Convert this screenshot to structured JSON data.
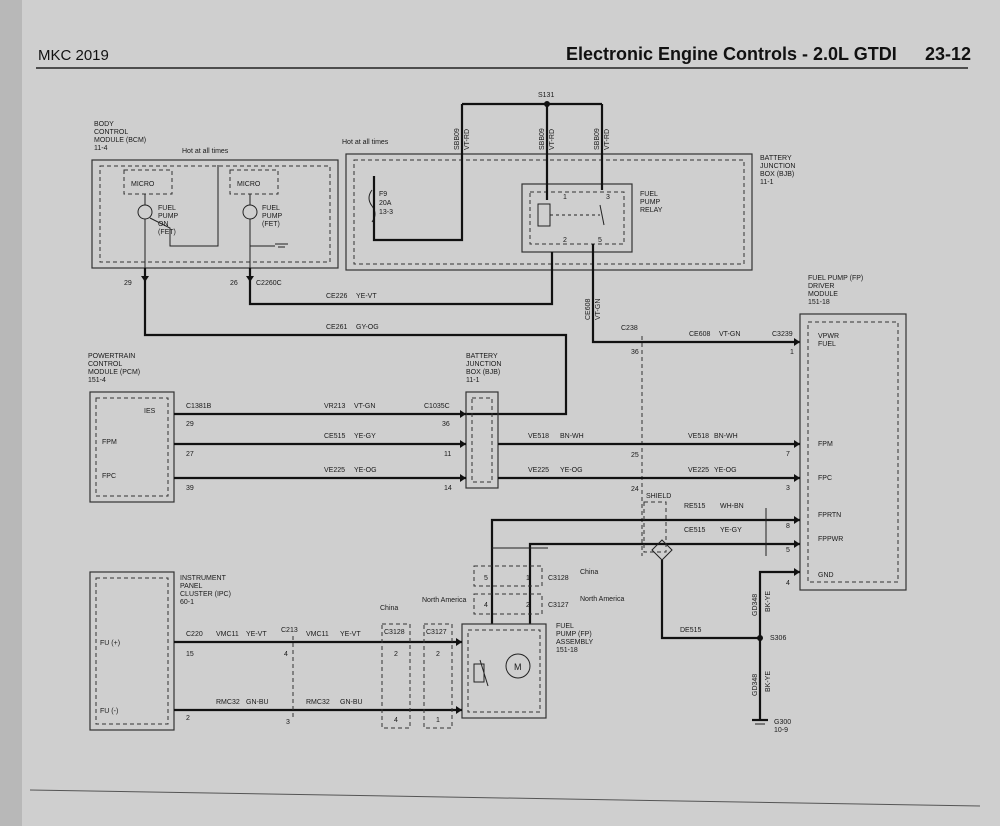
{
  "header": {
    "model": "MKC 2019",
    "title": "Electronic Engine Controls - 2.0L GTDI",
    "page": "23-12"
  },
  "components": {
    "bcm": [
      "BODY",
      "CONTROL",
      "MODULE (BCM)",
      "11-4"
    ],
    "bcm_hot": "Hot at all times",
    "micro": "MICRO",
    "fuel_pump_on": [
      "FUEL",
      "PUMP",
      "ON",
      "(FET)"
    ],
    "fuel_pump_fet": [
      "FUEL",
      "PUMP",
      "(FET)"
    ],
    "bjb_hot": "Hot at all times",
    "fuse": [
      "F9",
      "20A",
      "13-3"
    ],
    "bjb": [
      "BATTERY",
      "JUNCTION",
      "BOX (BJB)",
      "11-1"
    ],
    "relay": [
      "FUEL",
      "PUMP",
      "RELAY"
    ],
    "splice_s131": "S131",
    "fpdm": [
      "FUEL PUMP (FP)",
      "DRIVER",
      "MODULE",
      "151-18"
    ],
    "vpwr": [
      "VPWR",
      "FUEL"
    ],
    "pcm": [
      "POWERTRAIN",
      "CONTROL",
      "MODULE (PCM)",
      "151-4"
    ],
    "bjb2": [
      "BATTERY",
      "JUNCTION",
      "BOX (BJB)",
      "11-1"
    ],
    "ipc": [
      "INSTRUMENT",
      "PANEL",
      "CLUSTER (IPC)",
      "60-1"
    ],
    "fp_assembly": [
      "FUEL",
      "PUMP (FP)",
      "ASSEMBLY",
      "151-18"
    ],
    "shield": "SHIELD",
    "s306": "S306",
    "g300": [
      "G300",
      "10-9"
    ],
    "china": "China",
    "north_america": "North America"
  },
  "pins": {
    "ies": "IES",
    "fpm": "FPM",
    "fpc": "FPC",
    "fpm_r": "FPM",
    "fpc_r": "FPC",
    "fprtn": "FPRTN",
    "fppwr": "FPPWR",
    "gnd": "GND",
    "fu_pos": "FU (+)",
    "fu_neg": "FU (-)",
    "motor": "M"
  },
  "connectors": {
    "c2260c": "C2260C",
    "c1381b": "C1381B",
    "c1035c": "C1035C",
    "c238": "C238",
    "c3239": "C3239",
    "c220": "C220",
    "c213": "C213",
    "c3128": "C3128",
    "c3127": "C3127"
  },
  "numbers": {
    "n29": "29",
    "n26": "26",
    "n29b": "29",
    "n27": "27",
    "n39": "39",
    "n36": "36",
    "n11": "11",
    "n14": "14",
    "n36b": "36",
    "n25": "25",
    "n24": "24",
    "n1": "1",
    "n7": "7",
    "n3": "3",
    "n8": "8",
    "n5": "5",
    "n4": "4",
    "r1": "1",
    "r2": "2",
    "r3": "3",
    "r5": "5",
    "n15": "15",
    "n2": "2",
    "n4b": "4",
    "n3b": "3",
    "ch2": "2",
    "ch4": "4",
    "na2": "2",
    "na1": "1",
    "c28_5": "5",
    "c28_1": "1",
    "c27_4": "4",
    "c27_2": "2"
  },
  "wires": {
    "ce226": "CE226",
    "ye_vt": "YE-VT",
    "ce261": "CE261",
    "gy_og": "GY-OG",
    "sbb09a": "SBB09",
    "vt_rd_a": "VT-RD",
    "sbb09b": "SBB09",
    "vt_rd_b": "VT-RD",
    "sbb09c": "SBB09",
    "vt_rd_c": "VT-RD",
    "ce608v": "CE608",
    "vt_gn_v": "VT-GN",
    "ce608": "CE608",
    "vt_gn": "VT-GN",
    "vr213": "VR213",
    "vt_gn2": "VT-GN",
    "ce515a": "CE515",
    "ye_gy_a": "YE-GY",
    "ve518a": "VE518",
    "bn_wh_a": "BN-WH",
    "ve518b": "VE518",
    "bn_wh_b": "BN-WH",
    "ve225a": "VE225",
    "ye_og_a": "YE-OG",
    "ve225b": "VE225",
    "ye_og_b": "YE-OG",
    "ve225c": "VE225",
    "ye_og_c": "YE-OG",
    "re515": "RE515",
    "wh_bn": "WH-BN",
    "ce515b": "CE515",
    "ye_gy_b": "YE-GY",
    "de515": "DE515",
    "gd348a": "GD348",
    "bk_ye_a": "BK-YE",
    "gd348b": "GD348",
    "bk_ye_b": "BK-YE",
    "vmc11a": "VMC11",
    "ye_vt_a": "YE-VT",
    "vmc11b": "VMC11",
    "ye_vt_b": "YE-VT",
    "rmc32a": "RMC32",
    "gn_bu_a": "GN-BU",
    "rmc32b": "RMC32",
    "gn_bu_b": "GN-BU"
  }
}
